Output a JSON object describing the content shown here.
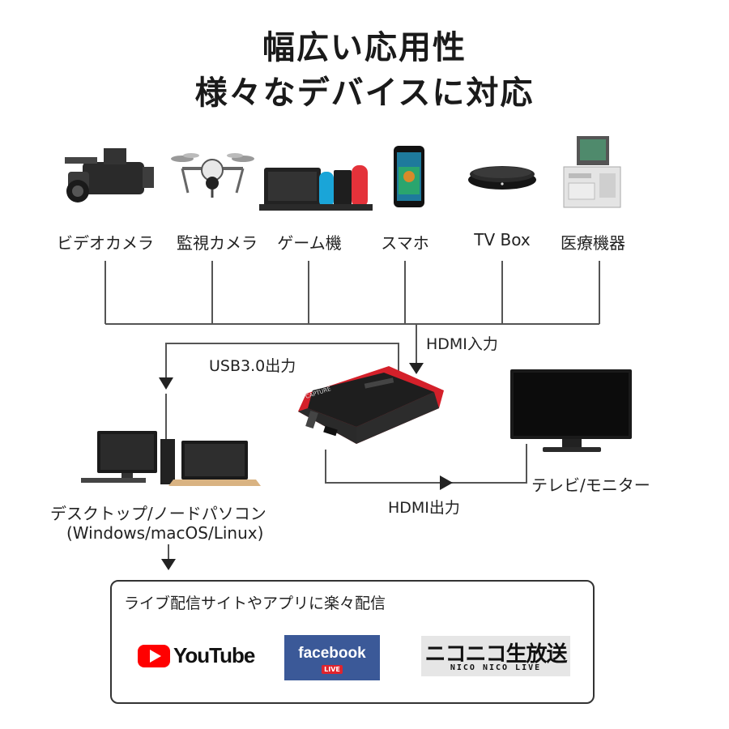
{
  "title": {
    "line1": "幅広い応用性",
    "line2": "様々なデバイスに対応"
  },
  "devices": [
    {
      "label": "ビデオカメラ",
      "icon": "video-camera-icon"
    },
    {
      "label": "監視カメラ",
      "icon": "drone-camera-icon"
    },
    {
      "label": "ゲーム機",
      "icon": "game-console-icon"
    },
    {
      "label": "スマホ",
      "icon": "smartphone-icon"
    },
    {
      "label": "TV Box",
      "icon": "tv-box-icon"
    },
    {
      "label": "医療機器",
      "icon": "medical-device-icon"
    }
  ],
  "flow": {
    "hdmi_in": "HDMI入力",
    "usb_out": "USB3.0出力",
    "hdmi_out": "HDMI出力",
    "tv_label": "テレビ/モニター",
    "pc_label": "デスクトップ/ノードパソコン",
    "pc_os": "(Windows/macOS/Linux)"
  },
  "capture_device": {
    "brand": "CAPTURE",
    "body_color": "#1e1e1e",
    "accent_color": "#d4202a"
  },
  "streaming": {
    "title": "ライブ配信サイトやアプリに楽々配信",
    "platforms": [
      {
        "name": "YouTube",
        "icon": "youtube-logo"
      },
      {
        "name": "facebook",
        "sub": "LIVE",
        "icon": "facebook-live-logo",
        "color": "#3b5998"
      },
      {
        "name": "ニコニコ生放送",
        "sub": "NICO NICO LIVE",
        "icon": "niconico-logo"
      }
    ]
  }
}
